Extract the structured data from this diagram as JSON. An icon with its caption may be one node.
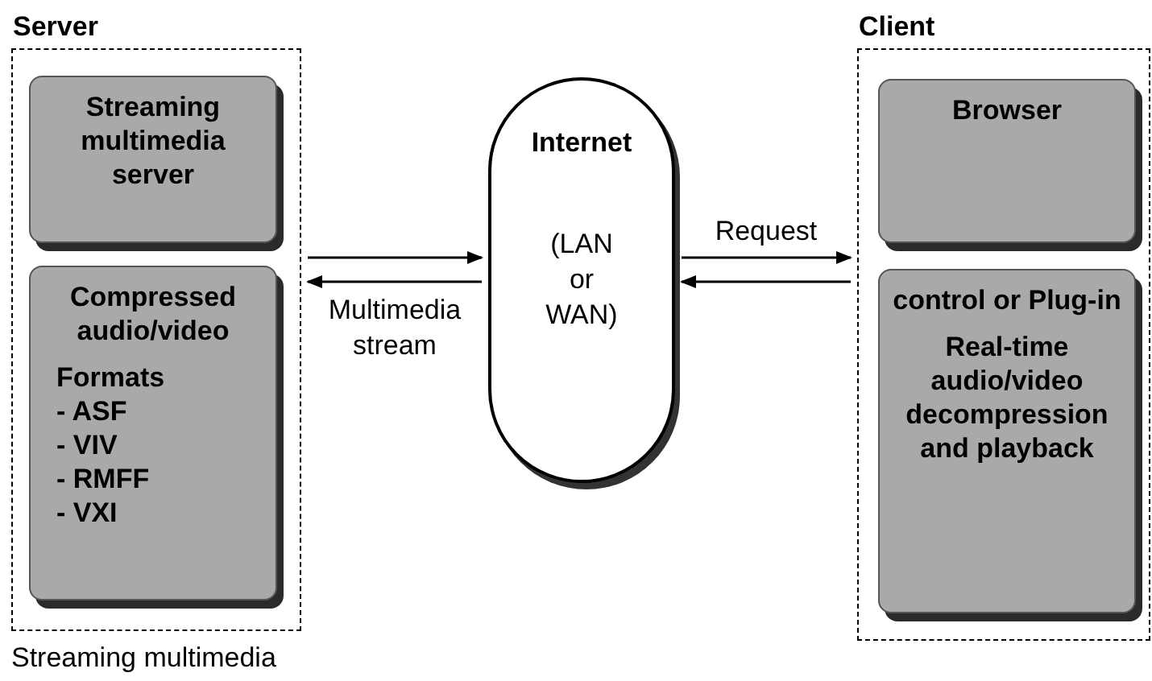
{
  "diagram": {
    "caption": "Streaming multimedia",
    "nodes": [
      {
        "text": [
          "Server"
        ]
      },
      {
        "text": [
          "Streaming multimedia server"
        ],
        "in": 0
      },
      {
        "text": [
          "Compressed audio/video",
          "Formats",
          "- ASF",
          "- VIV",
          "- RMFF",
          "- VXI"
        ],
        "in": 0
      },
      {
        "text": [
          "Internet",
          "(LAN or WAN)"
        ]
      },
      {
        "text": [
          "Client"
        ]
      },
      {
        "text": [
          "Browser"
        ],
        "in": 4
      },
      {
        "text": [
          "control or Plug-in",
          "Real-time audio/video decompression and playback"
        ],
        "in": 4
      }
    ],
    "edges": [
      {
        "from": 0,
        "to": 3,
        "arrow": "to"
      },
      {
        "from": 3,
        "to": 0,
        "arrow": "to",
        "label": "Multimedia stream"
      },
      {
        "from": 3,
        "to": 4,
        "arrow": "to",
        "label": "Request"
      },
      {
        "from": 4,
        "to": 3,
        "arrow": "to"
      }
    ]
  }
}
